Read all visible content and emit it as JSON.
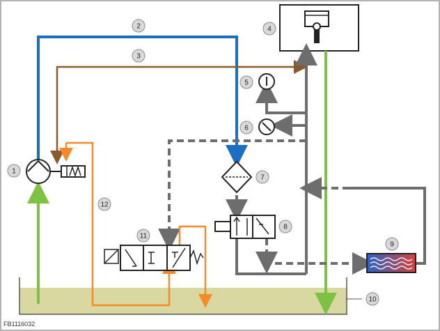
{
  "figure_code": "FB1116032",
  "callouts": [
    "1",
    "2",
    "3",
    "4",
    "5",
    "6",
    "7",
    "8",
    "9",
    "10",
    "11",
    "12"
  ],
  "colors": {
    "blue_line": "#1a6fc4",
    "brown_line": "#8b5a2b",
    "gray_line": "#6d6d6d",
    "green_line": "#7dc242",
    "orange_line": "#f58a2a",
    "oil_fill": "#d8d8a0",
    "frame": "#9a9a9a"
  },
  "icons": [
    "pump-icon",
    "piston-icon",
    "pressure-gauge-icon",
    "pressure-switch-icon",
    "filter-icon",
    "valve-icon",
    "cooler-icon",
    "control-valve-icon"
  ]
}
